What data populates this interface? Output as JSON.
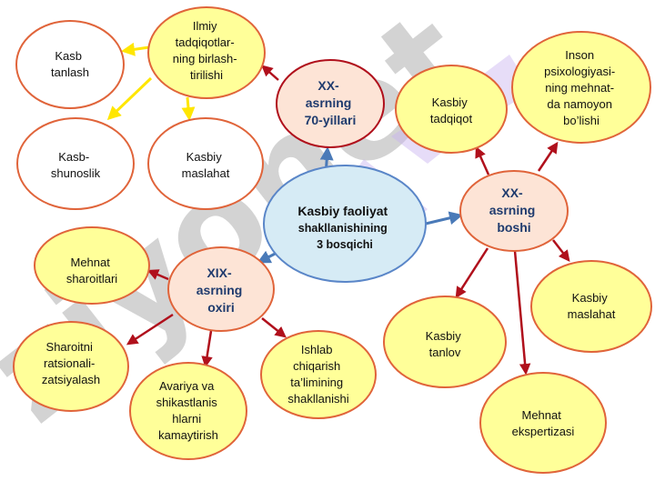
{
  "watermark": {
    "text": "ziyonet",
    "color": "#b0b0b0"
  },
  "colors": {
    "yellow_fill": "#ffff99",
    "peach_fill": "#fde4d6",
    "center_fill": "#d6ebf5",
    "outline": "#e0643a",
    "center_outline": "#5a86c8",
    "red_arrow": "#b0101c",
    "blue_arrow": "#4a7ab8",
    "yellow_arrow": "#ffe600",
    "stage_text": "#1f3b6e"
  },
  "center": {
    "lines": [
      "Kasbiy faoliyat",
      "shakllanishining",
      "3 bosqichi"
    ]
  },
  "stages": {
    "xx70": {
      "lines": [
        "XX-",
        "asrning",
        "70-yillari"
      ]
    },
    "xx": {
      "lines": [
        "XX-",
        "asrning",
        "boshi"
      ]
    },
    "xix": {
      "lines": [
        "XIX-",
        "asrning",
        "oxiri"
      ]
    }
  },
  "topics": {
    "ilmiy": {
      "lines": [
        "Ilmiy",
        "tadqiqotlar-",
        "ning birlash-",
        "tirilishi"
      ]
    },
    "kasb_tanlash": {
      "lines": [
        "Kasb",
        "tanlash"
      ]
    },
    "kasbshunoslik": {
      "lines": [
        "Kasb-",
        "shunoslik"
      ]
    },
    "kasbiy_maslahat_top": {
      "lines": [
        "Kasbiy",
        "maslahat"
      ]
    },
    "kasbiy_tadqiqot": {
      "lines": [
        "Kasbiy",
        "tadqiqot"
      ]
    },
    "inson": {
      "lines": [
        "Inson",
        "psixologiyasi-",
        "ning mehnat-",
        "da namoyon",
        "bo’lishi"
      ]
    },
    "kasbiy_maslahat_right": {
      "lines": [
        "Kasbiy",
        "maslahat"
      ]
    },
    "kasbiy_tanlov": {
      "lines": [
        "Kasbiy",
        "tanlov"
      ]
    },
    "mehnat_ekspertizasi": {
      "lines": [
        "Mehnat",
        "ekspertizasi"
      ]
    },
    "mehnat_sharoitlari": {
      "lines": [
        "Mehnat",
        "sharoitlari"
      ]
    },
    "sharoitni": {
      "lines": [
        "Sharoitni",
        "ratsionali-",
        "zatsiyalash"
      ]
    },
    "avariya": {
      "lines": [
        "Avariya va",
        "shikastlanis",
        "hlarni",
        "kamaytirish"
      ]
    },
    "ishlab": {
      "lines": [
        "Ishlab",
        "chiqarish",
        "ta’limining",
        "shakllanishi"
      ]
    }
  }
}
